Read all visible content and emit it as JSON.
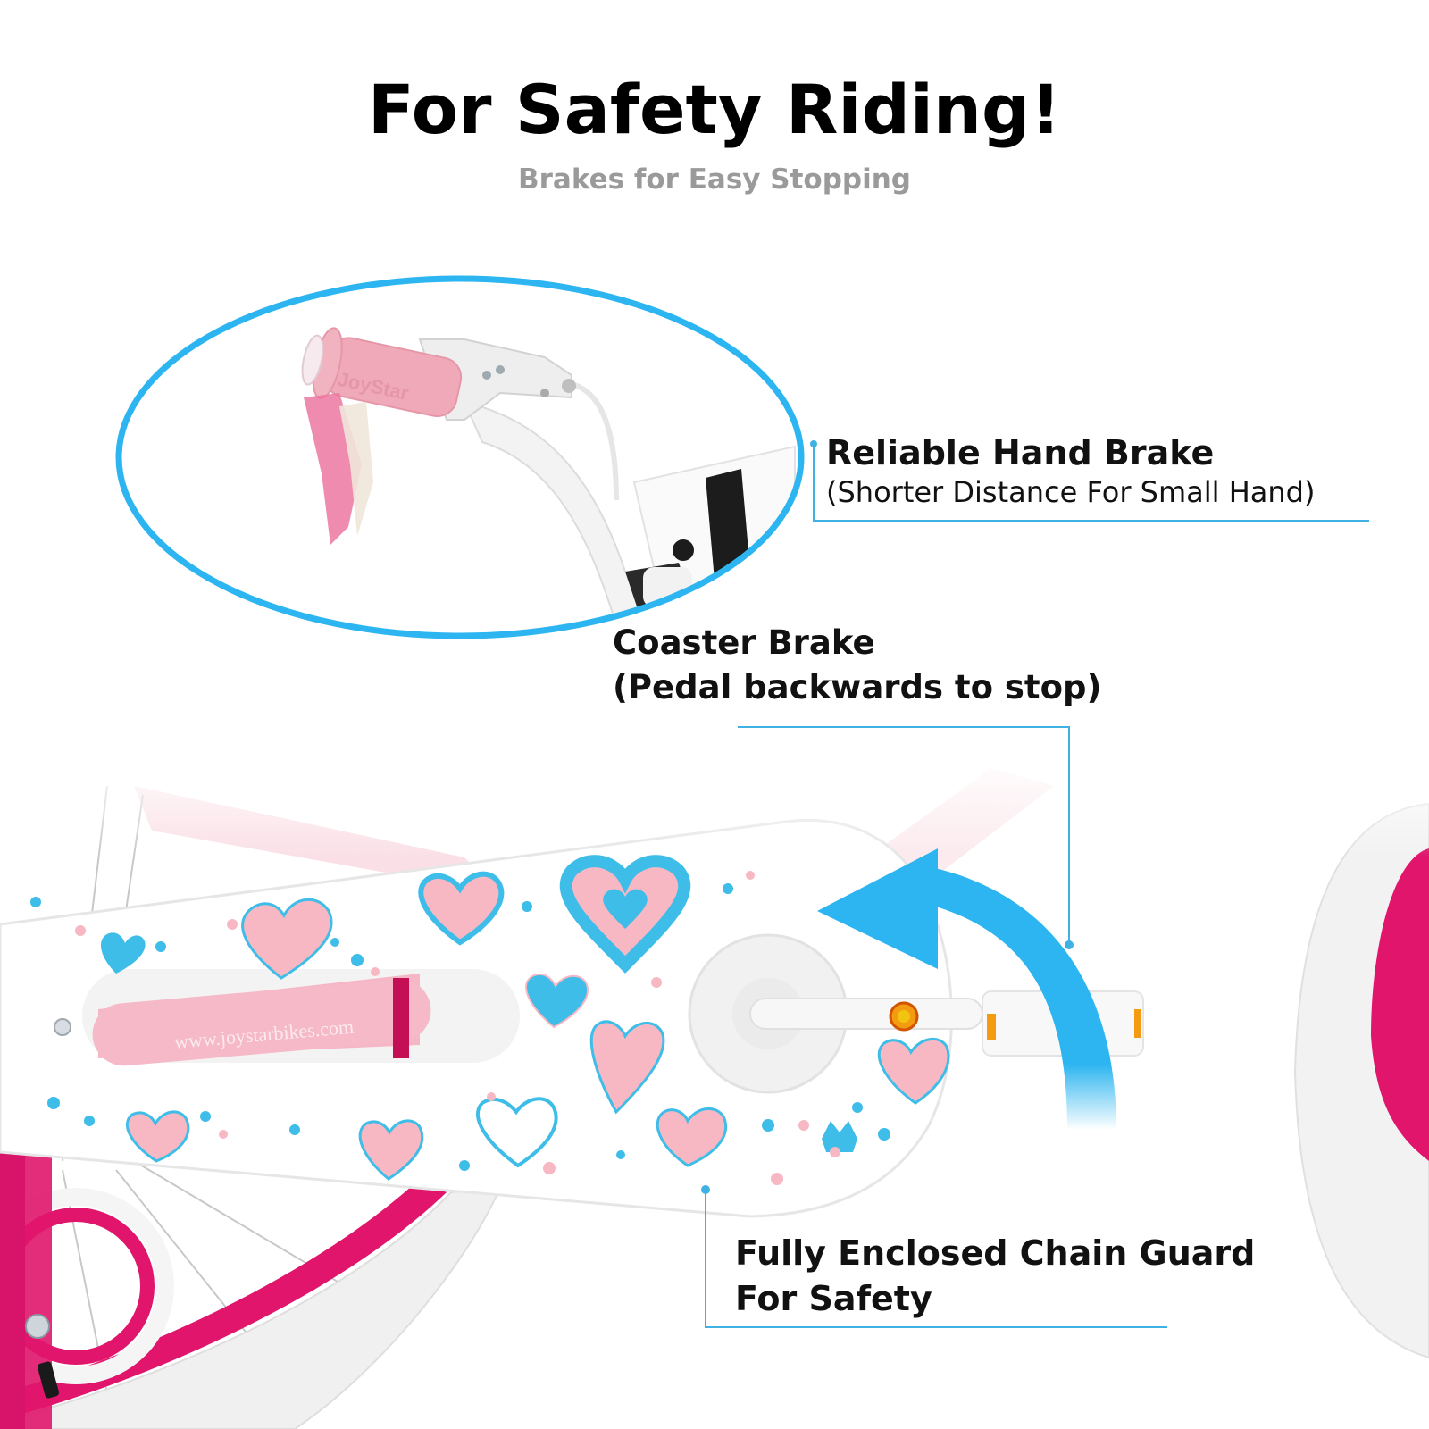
{
  "header": {
    "title": "For Safety Riding!",
    "subtitle": "Brakes for Easy Stopping"
  },
  "callouts": {
    "hand_brake": {
      "title": "Reliable Hand Brake",
      "subtitle": "(Shorter Distance For Small Hand)"
    },
    "coaster_brake": {
      "title": "Coaster Brake",
      "subtitle": "(Pedal backwards to stop)"
    },
    "chain_guard": {
      "line1": "Fully Enclosed Chain Guard",
      "line2": "For Safety"
    }
  },
  "product": {
    "chain_guard_url": "www.joystarbikes.com",
    "grip_brand": "JoyStar"
  },
  "colors": {
    "accent_blue": "#2cb5f0",
    "leader_line": "#3fb1e3",
    "grip_pink": "#f0a9b8",
    "rim_magenta": "#e0156b",
    "heart_pink": "#f7b8c4",
    "heart_blue": "#3dbde8",
    "subtitle_gray": "#9a9a9a"
  }
}
